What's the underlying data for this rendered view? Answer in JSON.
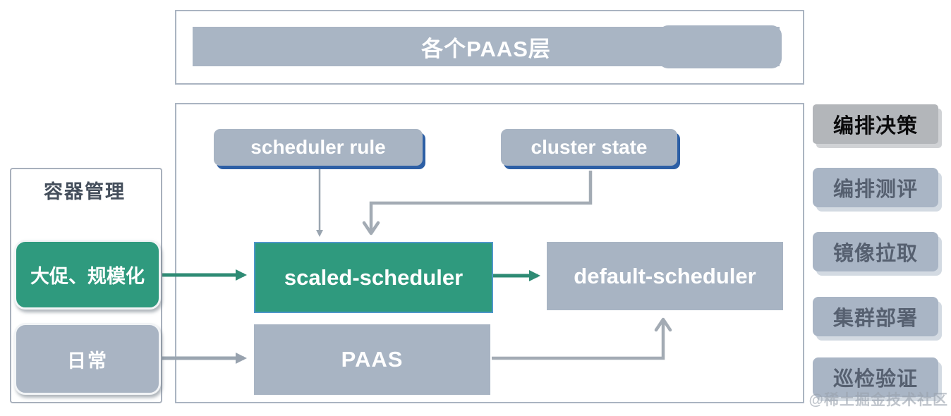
{
  "top_banner": {
    "label": "各个PAAS层"
  },
  "left_panel": {
    "title": "容器管理",
    "items": [
      {
        "label": "大促、规模化",
        "highlight": true
      },
      {
        "label": "日常",
        "highlight": false
      }
    ]
  },
  "main": {
    "scheduler_rule": "scheduler rule",
    "cluster_state": "cluster state",
    "scaled_scheduler": "scaled-scheduler",
    "default_scheduler": "default-scheduler",
    "paas": "PAAS"
  },
  "right_column": {
    "items": [
      {
        "label": "编排决策",
        "active": true
      },
      {
        "label": "编排测评",
        "active": false
      },
      {
        "label": "镜像拉取",
        "active": false
      },
      {
        "label": "集群部署",
        "active": false
      },
      {
        "label": "巡检验证",
        "active": false
      }
    ]
  },
  "watermark": "@稀土掘金技术社区",
  "colors": {
    "accent_green": "#2f9a7e",
    "arrow_green": "#2e8b74",
    "box_gray": "#a8b4c3",
    "shadow_blue": "#2d5fa5",
    "arrow_gray": "#9aa5b0",
    "active_tab_gray": "#b3b6ba"
  }
}
